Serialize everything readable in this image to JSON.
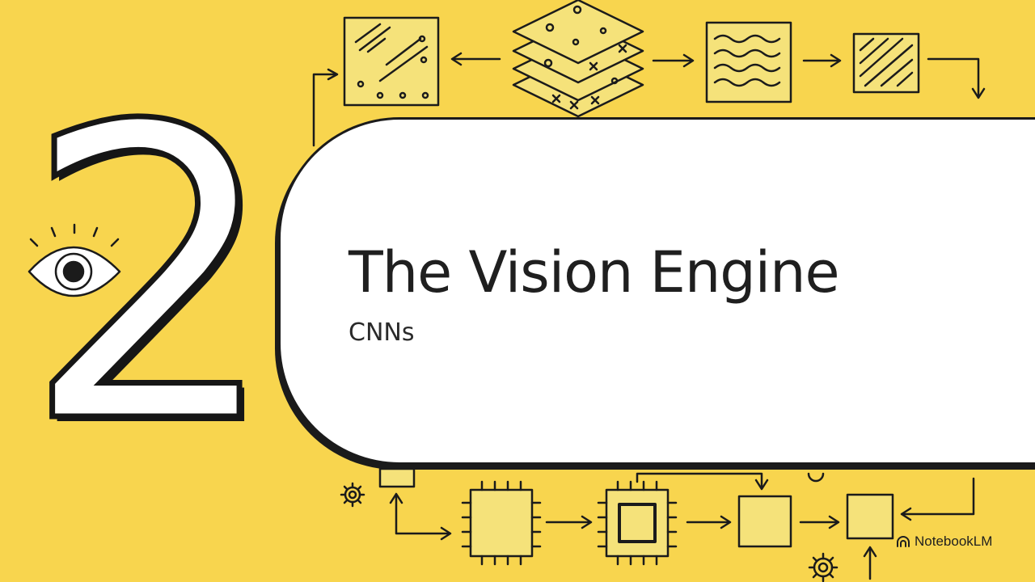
{
  "slide": {
    "section_number": "2",
    "title": "The Vision Engine",
    "subtitle": "CNNs"
  },
  "branding": {
    "name": "NotebookLM",
    "icon": "notebooklm-logo-icon"
  },
  "colors": {
    "background": "#f8d54e",
    "card": "#ffffff",
    "ink": "#1b1b1b",
    "sketch_fill": "#f5e27a"
  },
  "decorations": {
    "top_flow_icons": [
      "grid-tile-icon",
      "stacked-layers-icon",
      "wavy-feature-map-icon",
      "hatched-square-icon"
    ],
    "bottom_flow_icons": [
      "processor-chip-icon",
      "processor-core-icon",
      "square-node-icon",
      "small-square-node-icon"
    ],
    "side_icons": [
      "eye-icon",
      "gear-icon"
    ]
  }
}
